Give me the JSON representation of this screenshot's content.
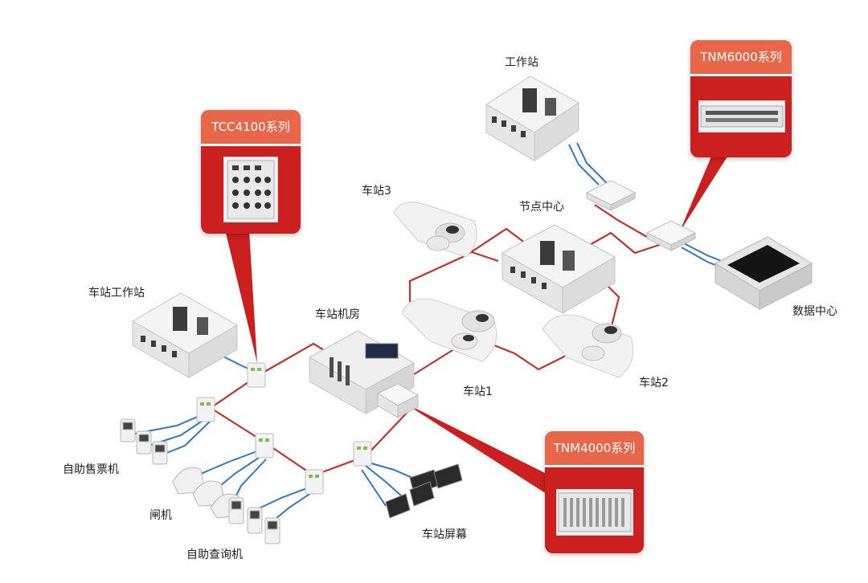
{
  "nodes": {
    "workstation": "工作站",
    "node_center": "节点中心",
    "data_center": "数据中心",
    "station3": "车站3",
    "station1": "车站1",
    "station2": "车站2",
    "station_workstation": "车站工作站",
    "station_room": "车站机房",
    "ticket_machine": "自助售票机",
    "gate": "闸机",
    "query_machine": "自助查询机",
    "station_screen": "车站屏幕"
  },
  "callouts": {
    "tcc4100": "TCC4100系列",
    "tnm6000": "TNM6000系列",
    "tnm4000": "TNM4000系列"
  },
  "colors": {
    "callout_red": "#cc1f1f",
    "callout_header": "#e8674a",
    "ring_red": "#c8312b",
    "link_blue": "#2f78c4"
  }
}
